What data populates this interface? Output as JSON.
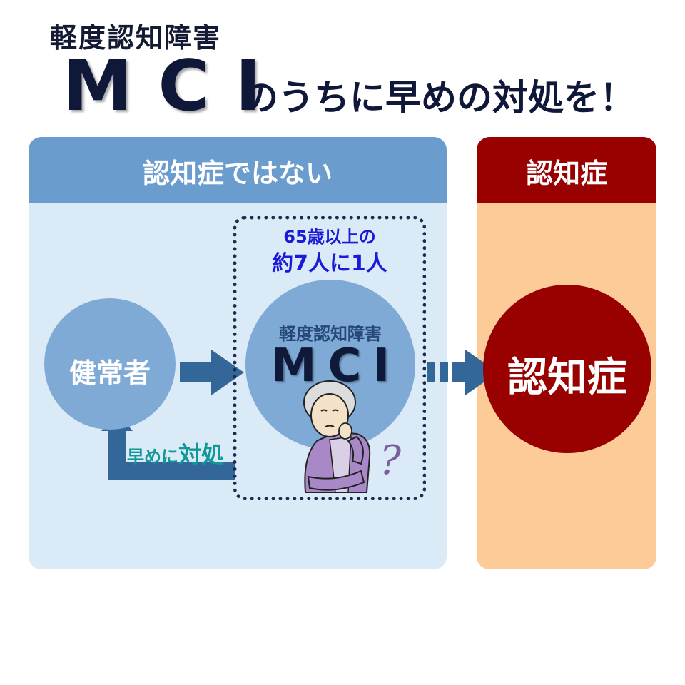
{
  "header": {
    "subtitle": "軽度認知障害",
    "mci": "MCI",
    "tagline": "のうちに早めの対処を！"
  },
  "panels": {
    "not_dementia_title": "認知症ではない",
    "dementia_title": "認知症"
  },
  "stat": {
    "line1": "65歳以上の",
    "line2": "約7人に1人"
  },
  "nodes": {
    "healthy": "健常者",
    "mci_sub": "軽度認知障害",
    "mci_main": "MCI",
    "dementia": "認知症"
  },
  "early": {
    "small": "早めに",
    "big": "対処"
  },
  "question_mark": "?",
  "colors": {
    "panel_blue": "#daeaf6",
    "header_blue": "#6a9ccd",
    "circle_blue": "#7faad6",
    "arrow_blue": "#336699",
    "dementia_red": "#990000",
    "panel_orange": "#fdcb97",
    "stat_text": "#1a1ad8",
    "early_text": "#13989a"
  },
  "icons": {
    "person": "thinking-elderly-woman-icon"
  }
}
